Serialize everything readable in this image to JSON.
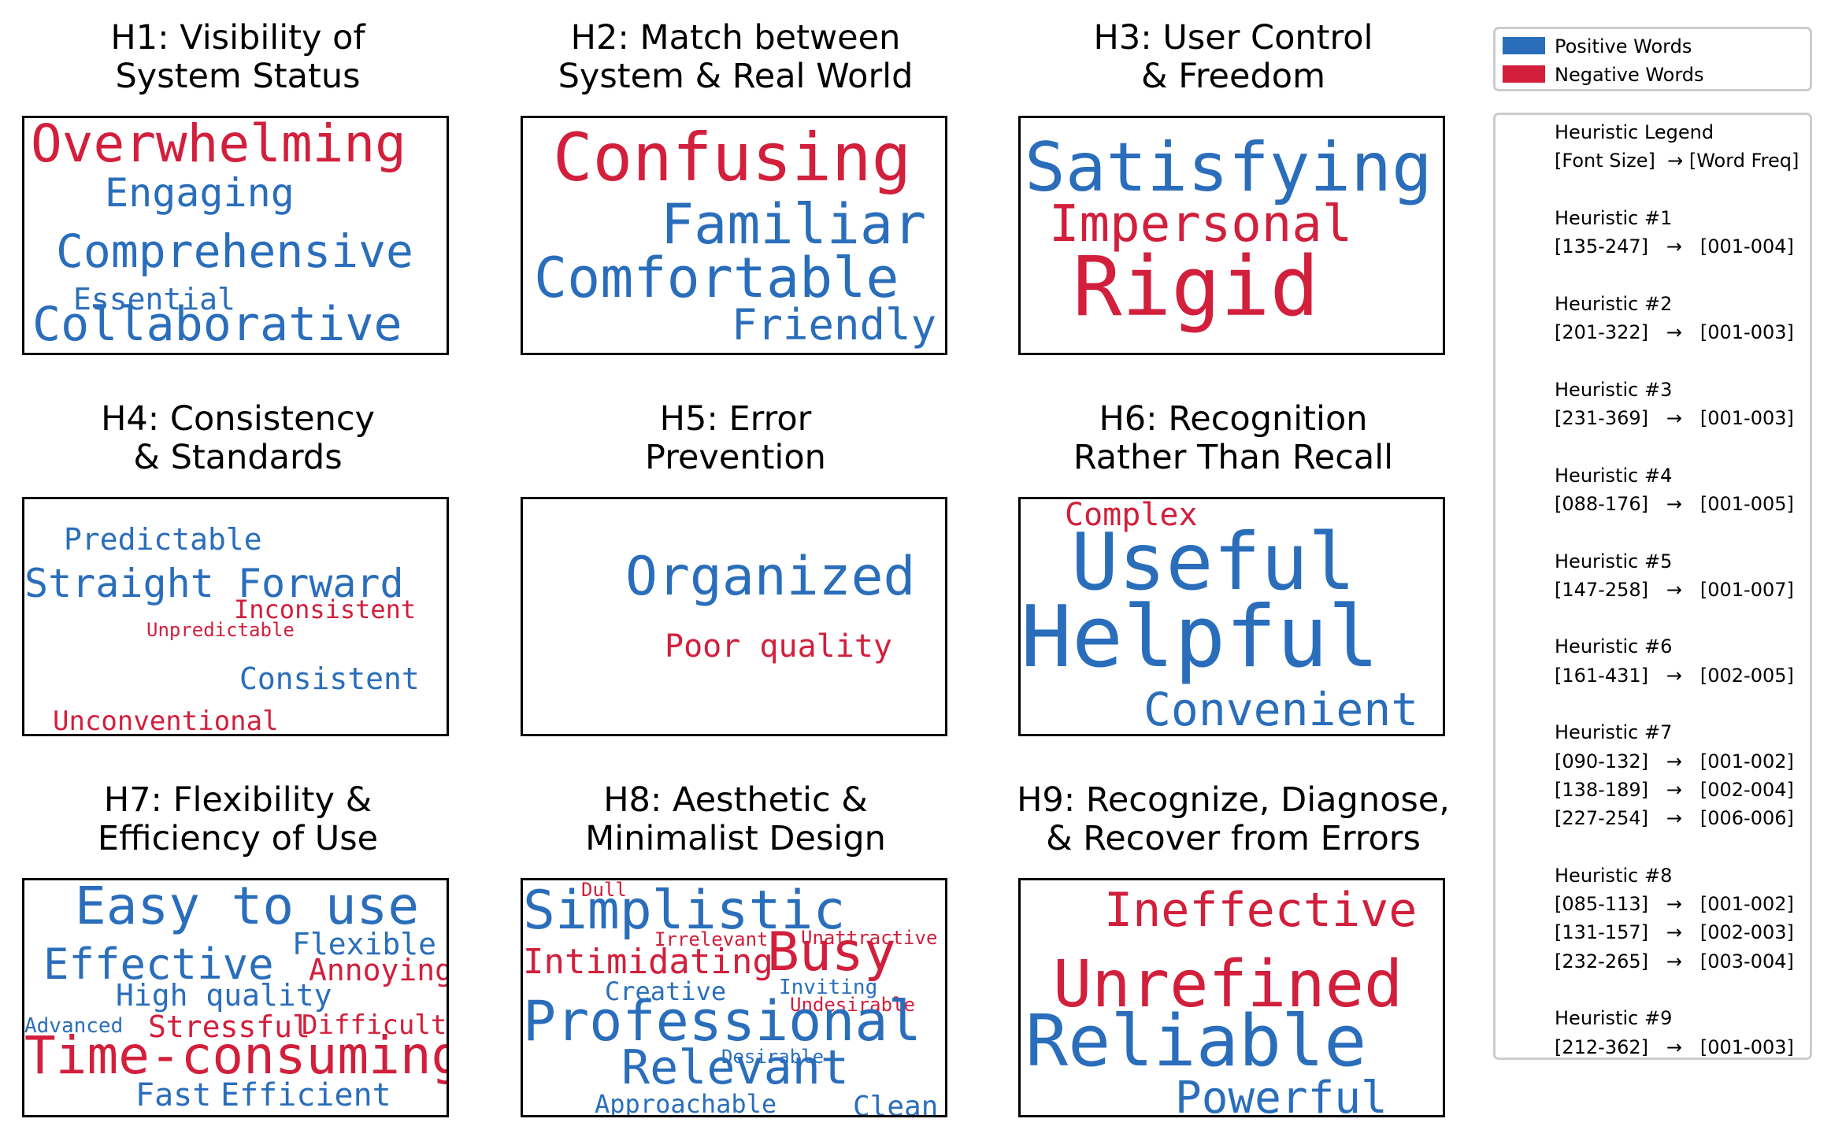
{
  "colors": {
    "positive": "#2a6ebb",
    "negative": "#d21f3c"
  },
  "legend": {
    "positive_label": "Positive Words",
    "negative_label": "Negative Words"
  },
  "heuristic_legend": [
    "Heuristic Legend",
    "[Font Size]  → [Word Freq]",
    "",
    "Heuristic #1",
    "[135-247]   →   [001-004]",
    "",
    "Heuristic #2",
    "[201-322]   →   [001-003]",
    "",
    "Heuristic #3",
    "[231-369]   →   [001-003]",
    "",
    "Heuristic #4",
    "[088-176]   →   [001-005]",
    "",
    "Heuristic #5",
    "[147-258]   →   [001-007]",
    "",
    "Heuristic #6",
    "[161-431]   →   [002-005]",
    "",
    "Heuristic #7",
    "[090-132]   →   [001-002]",
    "[138-189]   →   [002-004]",
    "[227-254]   →   [006-006]",
    "",
    "Heuristic #8",
    "[085-113]   →   [001-002]",
    "[131-157]   →   [002-003]",
    "[232-265]   →   [003-004]",
    "",
    "Heuristic #9",
    "[212-362]   →   [001-003]"
  ],
  "chart_data": [
    {
      "type": "wordcloud",
      "title": "H1: Visibility of\nSystem Status",
      "words": [
        {
          "text": "Overwhelming",
          "sentiment": "negative"
        },
        {
          "text": "Engaging",
          "sentiment": "positive"
        },
        {
          "text": "Comprehensive",
          "sentiment": "positive"
        },
        {
          "text": "Essential",
          "sentiment": "positive"
        },
        {
          "text": "Collaborative",
          "sentiment": "positive"
        }
      ]
    },
    {
      "type": "wordcloud",
      "title": "H2: Match between\nSystem & Real World",
      "words": [
        {
          "text": "Confusing",
          "sentiment": "negative"
        },
        {
          "text": "Familiar",
          "sentiment": "positive"
        },
        {
          "text": "Comfortable",
          "sentiment": "positive"
        },
        {
          "text": "Friendly",
          "sentiment": "positive"
        }
      ]
    },
    {
      "type": "wordcloud",
      "title": "H3: User Control\n& Freedom",
      "words": [
        {
          "text": "Satisfying",
          "sentiment": "positive"
        },
        {
          "text": "Impersonal",
          "sentiment": "negative"
        },
        {
          "text": "Rigid",
          "sentiment": "negative"
        }
      ]
    },
    {
      "type": "wordcloud",
      "title": "H4: Consistency\n& Standards",
      "words": [
        {
          "text": "Predictable",
          "sentiment": "positive"
        },
        {
          "text": "Straight Forward",
          "sentiment": "positive"
        },
        {
          "text": "Inconsistent",
          "sentiment": "negative"
        },
        {
          "text": "Unpredictable",
          "sentiment": "negative"
        },
        {
          "text": "Consistent",
          "sentiment": "positive"
        },
        {
          "text": "Unconventional",
          "sentiment": "negative"
        }
      ]
    },
    {
      "type": "wordcloud",
      "title": "H5: Error\nPrevention",
      "words": [
        {
          "text": "Organized",
          "sentiment": "positive"
        },
        {
          "text": "Poor quality",
          "sentiment": "negative"
        }
      ]
    },
    {
      "type": "wordcloud",
      "title": "H6: Recognition\nRather Than Recall",
      "words": [
        {
          "text": "Complex",
          "sentiment": "negative"
        },
        {
          "text": "Useful",
          "sentiment": "positive"
        },
        {
          "text": "Helpful",
          "sentiment": "positive"
        },
        {
          "text": "Convenient",
          "sentiment": "positive"
        }
      ]
    },
    {
      "type": "wordcloud",
      "title": "H7: Flexibility &\nEfficiency of Use",
      "words": [
        {
          "text": "Easy to use",
          "sentiment": "positive"
        },
        {
          "text": "Flexible",
          "sentiment": "positive"
        },
        {
          "text": "Effective",
          "sentiment": "positive"
        },
        {
          "text": "Annoying",
          "sentiment": "negative"
        },
        {
          "text": "High quality",
          "sentiment": "positive"
        },
        {
          "text": "Advanced",
          "sentiment": "positive"
        },
        {
          "text": "Stressful",
          "sentiment": "negative"
        },
        {
          "text": "Difficult",
          "sentiment": "negative"
        },
        {
          "text": "Time-consuming",
          "sentiment": "negative"
        },
        {
          "text": "Fast",
          "sentiment": "positive"
        },
        {
          "text": "Efficient",
          "sentiment": "positive"
        }
      ]
    },
    {
      "type": "wordcloud",
      "title": "H8: Aesthetic &\nMinimalist Design",
      "words": [
        {
          "text": "Dull",
          "sentiment": "negative"
        },
        {
          "text": "Simplistic",
          "sentiment": "positive"
        },
        {
          "text": "Irrelevant",
          "sentiment": "negative"
        },
        {
          "text": "Unattractive",
          "sentiment": "negative"
        },
        {
          "text": "Intimidating",
          "sentiment": "negative"
        },
        {
          "text": "Busy",
          "sentiment": "negative"
        },
        {
          "text": "Creative",
          "sentiment": "positive"
        },
        {
          "text": "Inviting",
          "sentiment": "positive"
        },
        {
          "text": "Undesirable",
          "sentiment": "negative"
        },
        {
          "text": "Professional",
          "sentiment": "positive"
        },
        {
          "text": "Desirable",
          "sentiment": "positive"
        },
        {
          "text": "Relevant",
          "sentiment": "positive"
        },
        {
          "text": "Approachable",
          "sentiment": "positive"
        },
        {
          "text": "Clean",
          "sentiment": "positive"
        }
      ]
    },
    {
      "type": "wordcloud",
      "title": "H9: Recognize, Diagnose,\n& Recover from Errors",
      "words": [
        {
          "text": "Ineffective",
          "sentiment": "negative"
        },
        {
          "text": "Unrefined",
          "sentiment": "negative"
        },
        {
          "text": "Reliable",
          "sentiment": "positive"
        },
        {
          "text": "Powerful",
          "sentiment": "positive"
        }
      ]
    }
  ]
}
